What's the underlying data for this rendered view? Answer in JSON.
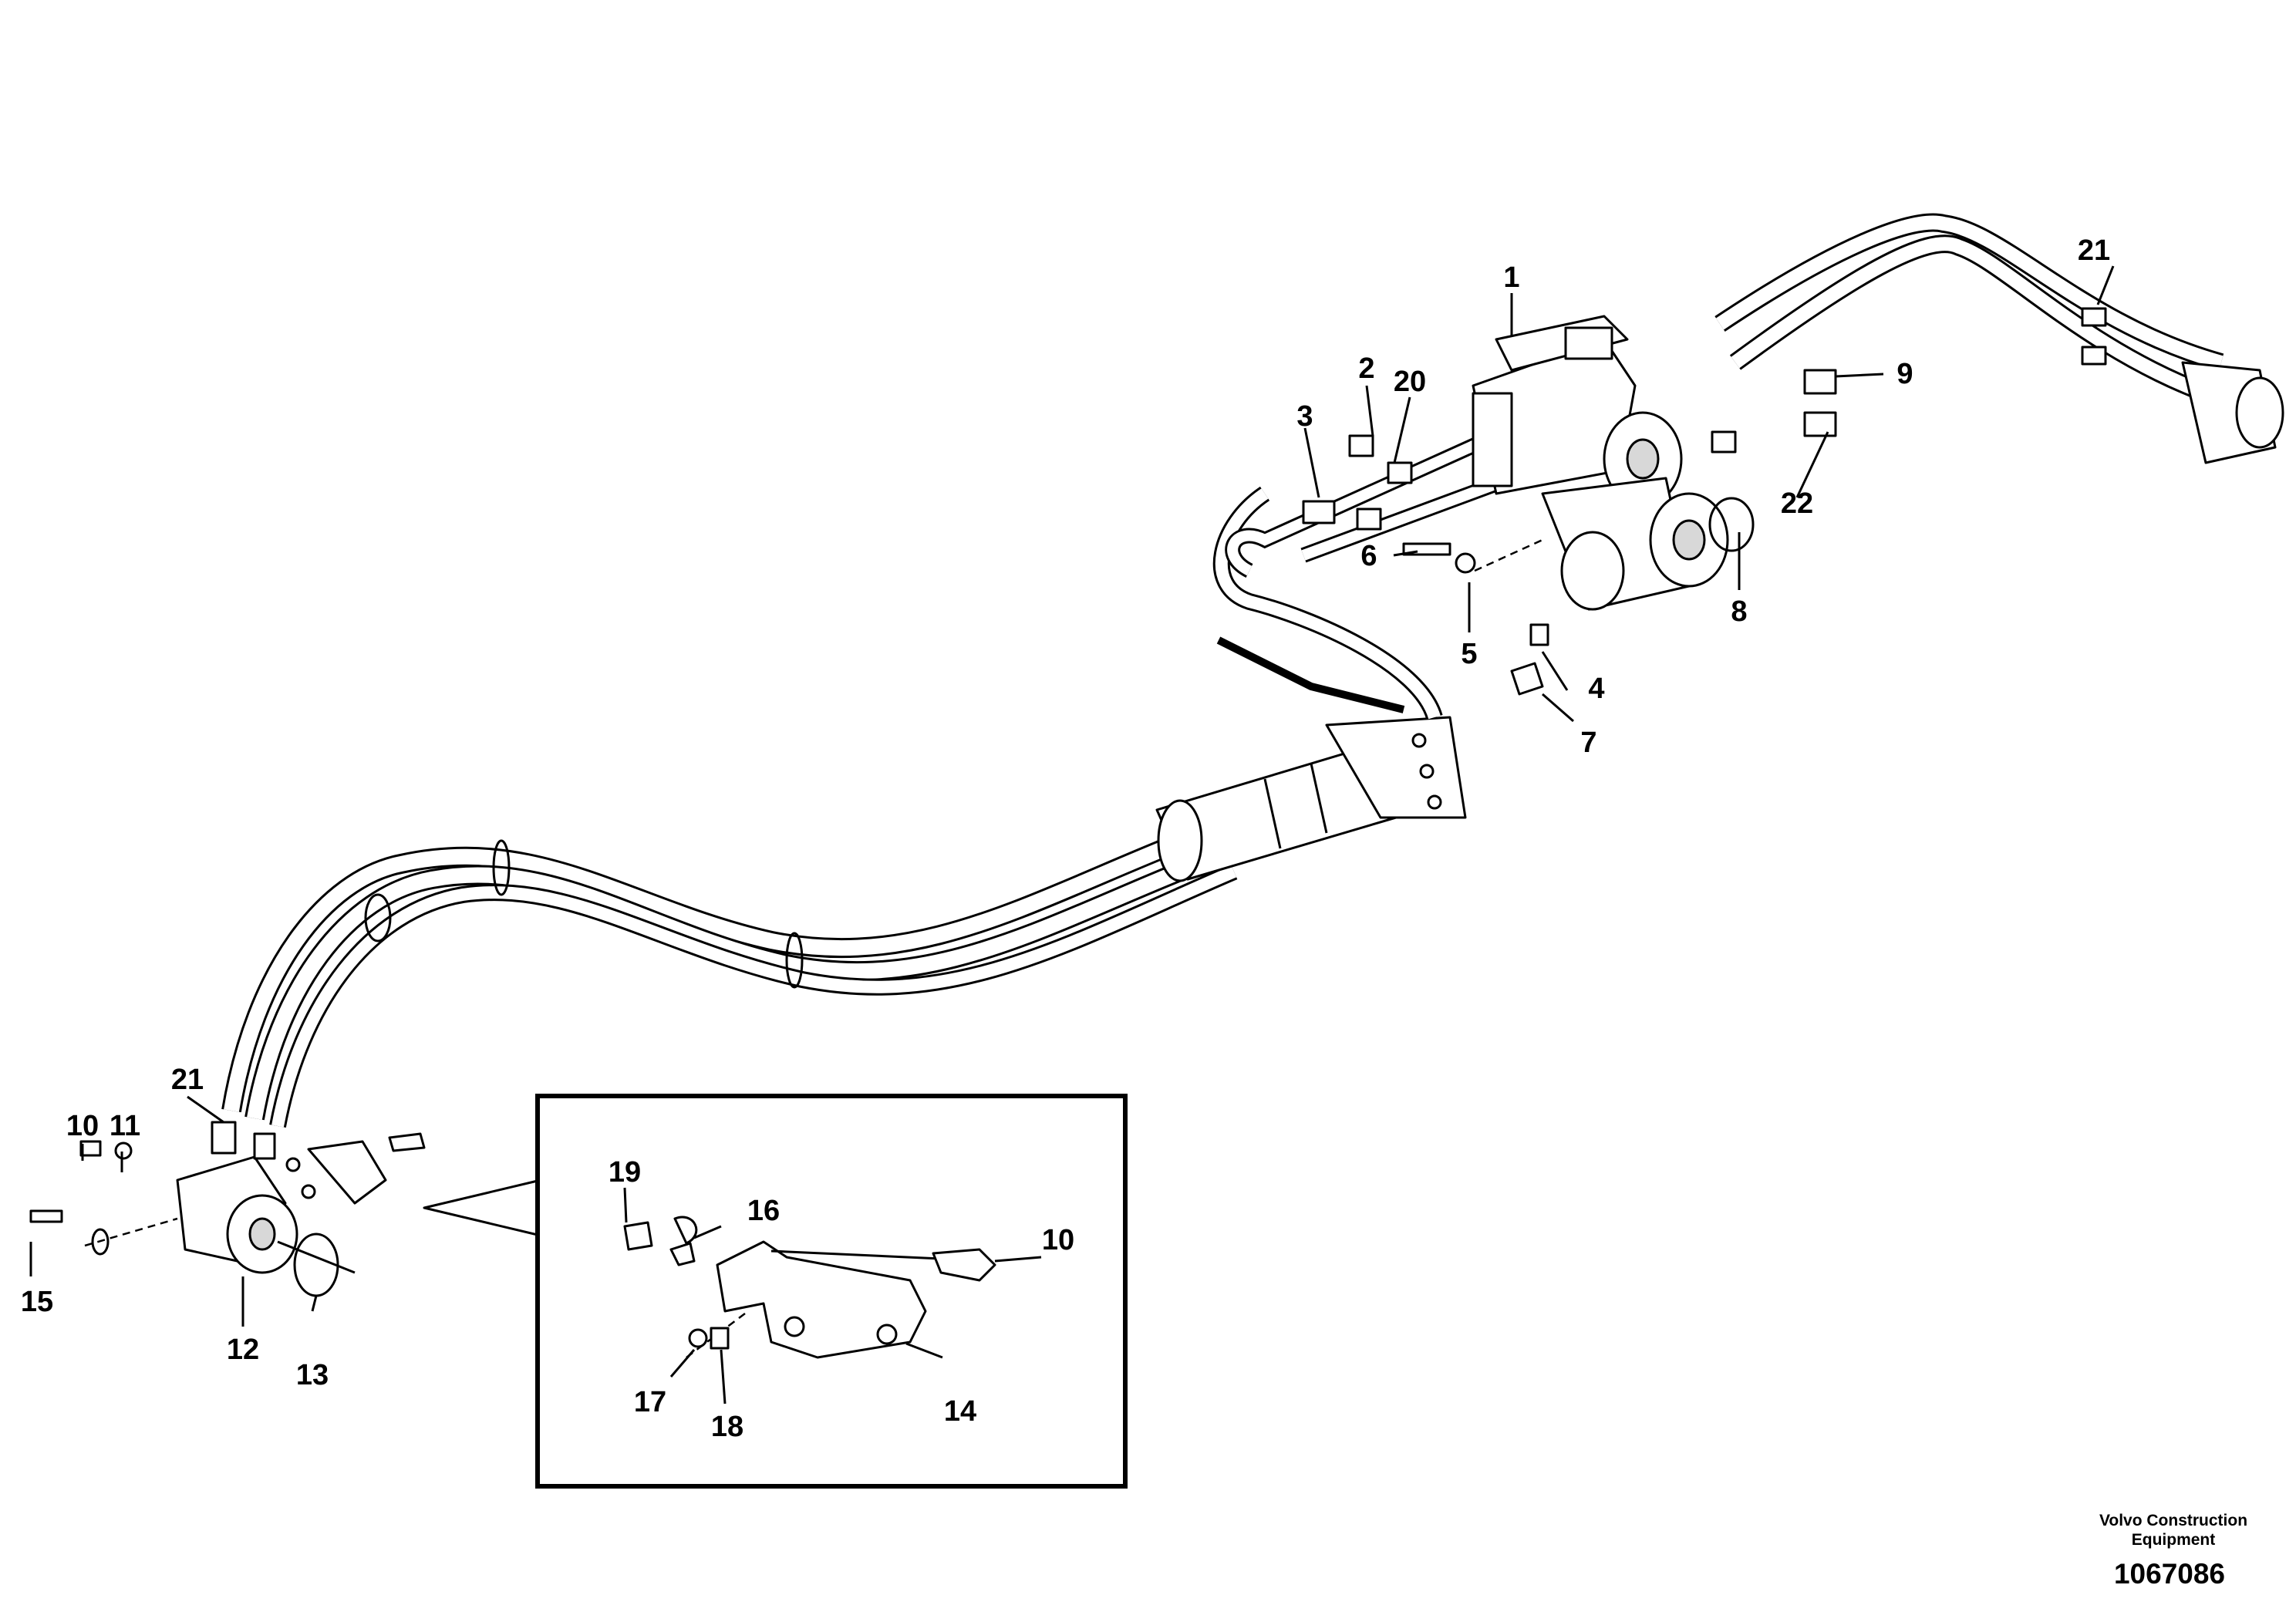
{
  "callouts": {
    "c1": "1",
    "c2": "2",
    "c3": "3",
    "c4": "4",
    "c5": "5",
    "c6": "6",
    "c7": "7",
    "c8": "8",
    "c9": "9",
    "c10": "10",
    "c11": "11",
    "c12": "12",
    "c13": "13",
    "c15": "15",
    "c20": "20",
    "c21_top": "21",
    "c21_left": "21",
    "c22": "22"
  },
  "inset": {
    "c10": "10",
    "c14": "14",
    "c16": "16",
    "c17": "17",
    "c18": "18",
    "c19": "19"
  },
  "footer": {
    "brand_line1": "Volvo Construction",
    "brand_line2": "Equipment",
    "document_number": "1067086"
  }
}
